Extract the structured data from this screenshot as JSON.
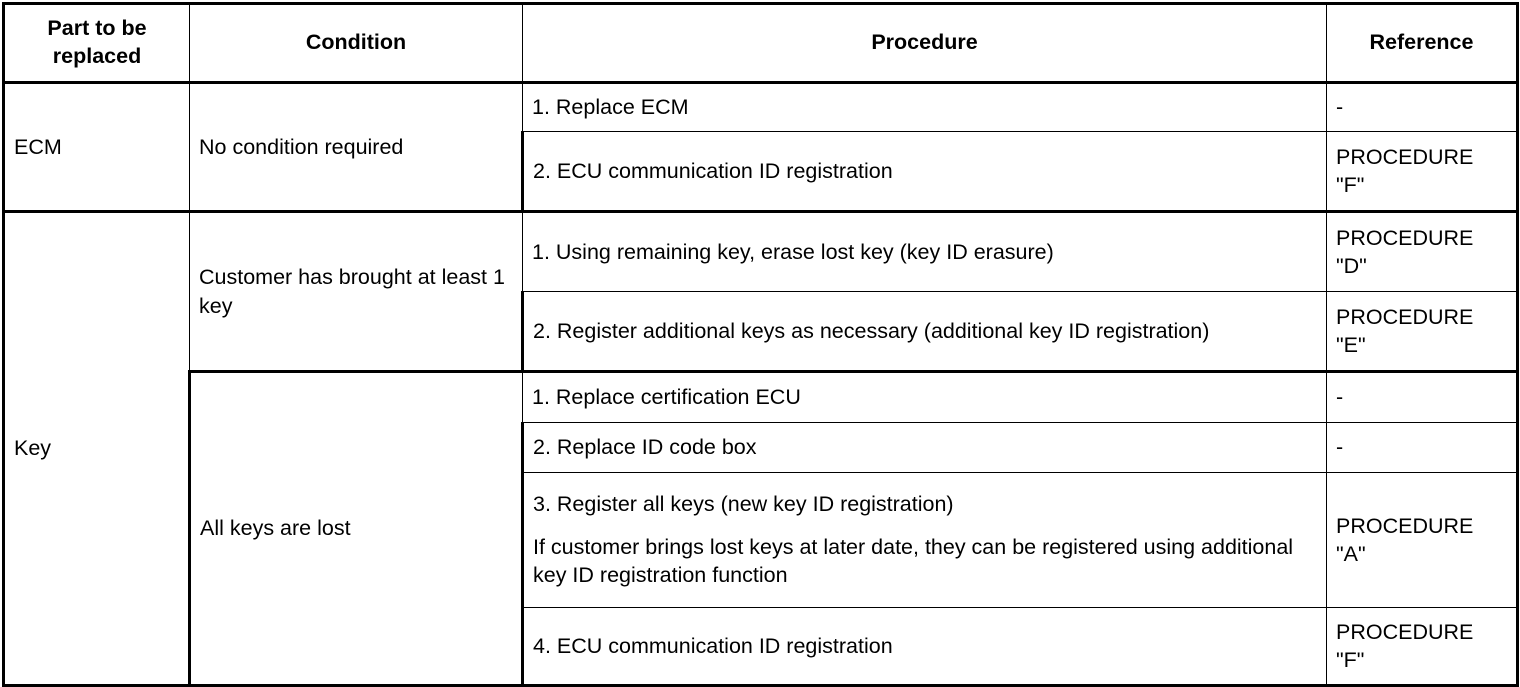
{
  "table": {
    "headers": {
      "part": "Part to be replaced",
      "part_line1": "Part to be",
      "part_line2": "replaced",
      "condition": "Condition",
      "procedure": "Procedure",
      "reference": "Reference"
    },
    "groups": [
      {
        "part": "ECM",
        "conditions": [
          {
            "condition": "No condition required",
            "steps": [
              {
                "procedure": "1. Replace ECM",
                "reference": "-",
                "reference_line1": "-",
                "reference_line2": ""
              },
              {
                "procedure": "2. ECU communication ID registration",
                "reference": "PROCEDURE \"F\"",
                "reference_line1": "PROCEDURE",
                "reference_line2": "\"F\""
              }
            ]
          }
        ]
      },
      {
        "part": "Key",
        "conditions": [
          {
            "condition": "Customer has brought at least 1 key",
            "steps": [
              {
                "procedure": "1. Using remaining key, erase lost key (key ID erasure)",
                "reference": "PROCEDURE \"D\"",
                "reference_line1": "PROCEDURE",
                "reference_line2": "\"D\""
              },
              {
                "procedure": "2. Register additional keys as necessary (additional key ID registration)",
                "reference": "PROCEDURE \"E\"",
                "reference_line1": "PROCEDURE",
                "reference_line2": "\"E\""
              }
            ]
          },
          {
            "condition": "All keys are lost",
            "steps": [
              {
                "procedure": "1. Replace certification ECU",
                "reference": "-",
                "reference_line1": "-",
                "reference_line2": ""
              },
              {
                "procedure": "2. Replace ID code box",
                "reference": "-",
                "reference_line1": "-",
                "reference_line2": ""
              },
              {
                "procedure": "3. Register all keys (new key ID registration)",
                "procedure_note": "If customer brings lost keys at later date, they can be registered using additional key ID registration function",
                "reference": "PROCEDURE \"A\"",
                "reference_line1": "PROCEDURE",
                "reference_line2": "\"A\""
              },
              {
                "procedure": "4. ECU communication ID registration",
                "reference": "PROCEDURE \"F\"",
                "reference_line1": "PROCEDURE",
                "reference_line2": "\"F\""
              }
            ]
          }
        ]
      }
    ]
  }
}
